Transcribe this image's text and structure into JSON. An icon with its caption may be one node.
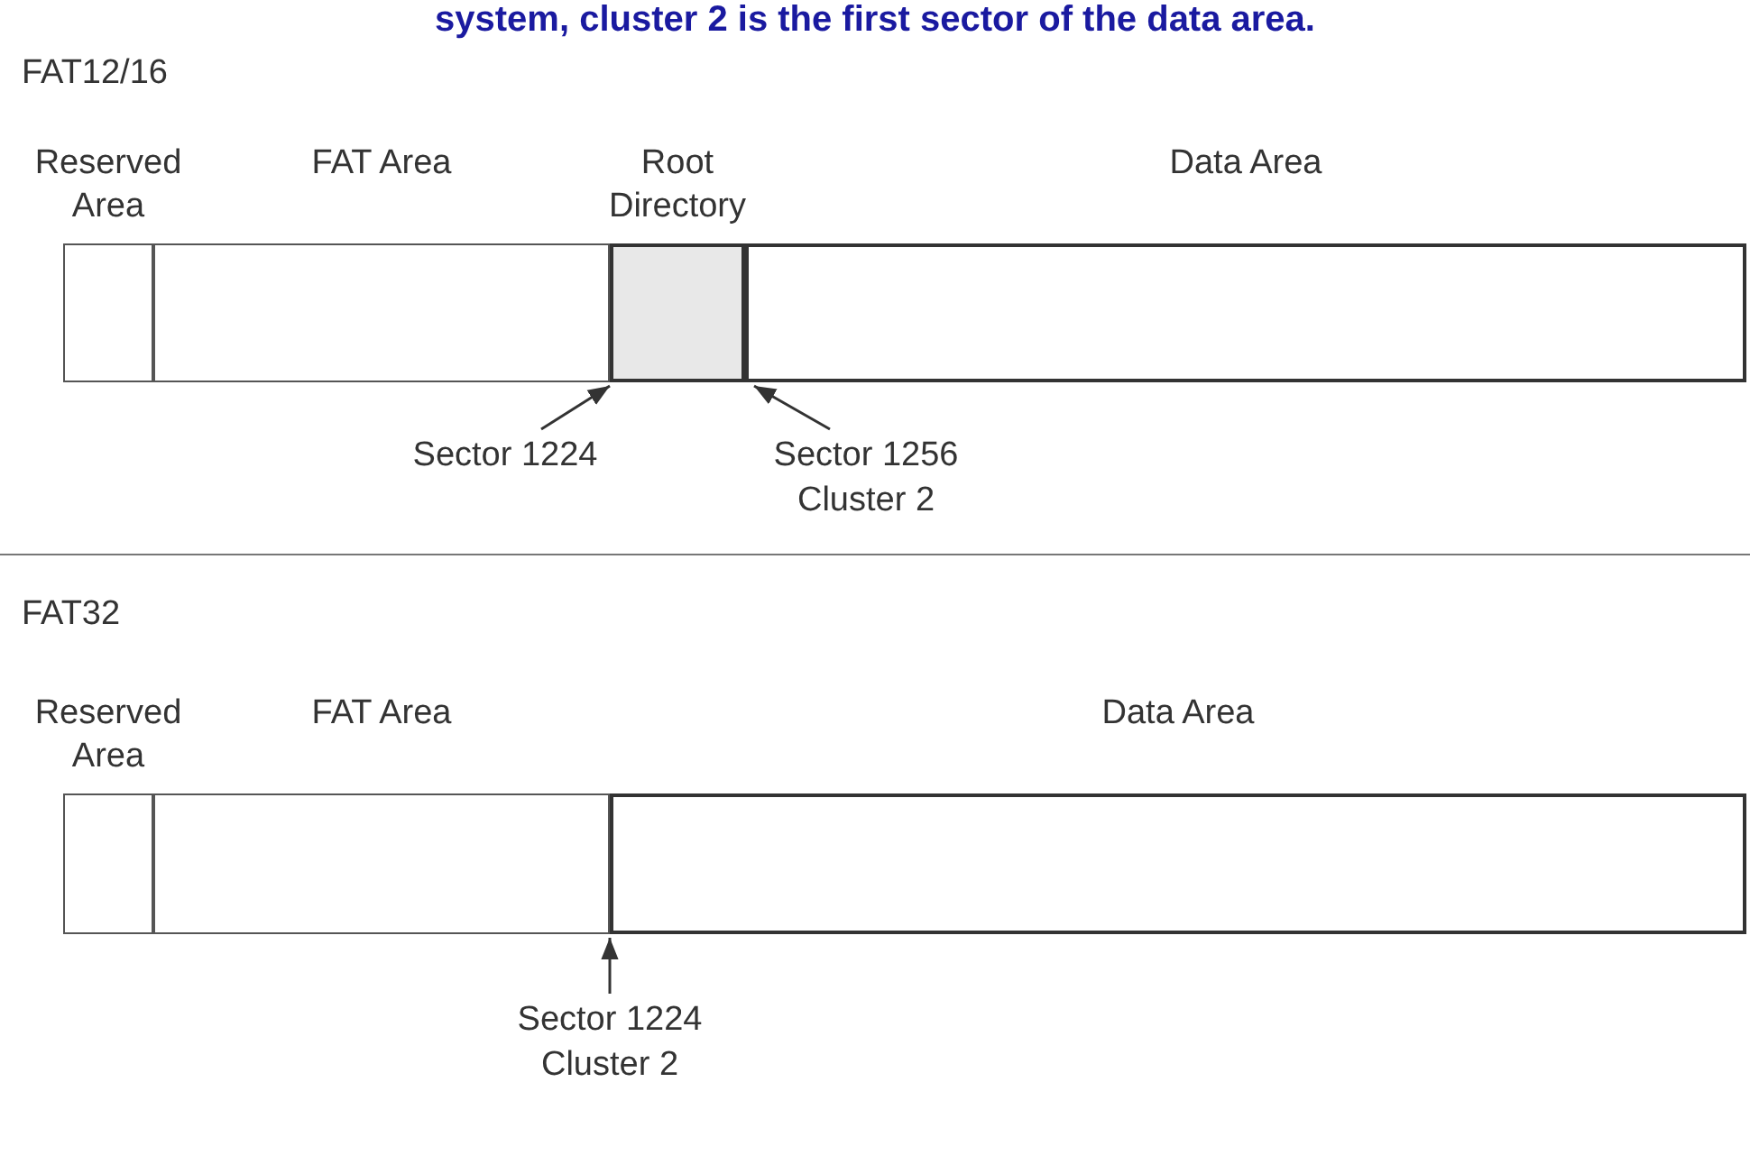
{
  "diagram": {
    "title": "system, cluster 2 is the first sector of the data area.",
    "nodes": [
      {
        "text": [
          "Reserved Area"
        ]
      },
      {
        "text": [
          "FAT Area"
        ]
      },
      {
        "text": [
          "Root Directory"
        ]
      },
      {
        "text": [
          "Data Area"
        ]
      },
      {
        "text": [
          "Sector 1224"
        ]
      },
      {
        "text": [
          "Sector 1256 Cluster 2"
        ]
      },
      {
        "text": [
          "Reserved Area"
        ]
      },
      {
        "text": [
          "FAT Area"
        ]
      },
      {
        "text": [
          "Data Area"
        ]
      },
      {
        "text": [
          "Sector 1224 Cluster 2"
        ]
      }
    ],
    "edges": [
      {
        "from": 4,
        "to": 2,
        "arrow": "to"
      },
      {
        "from": 5,
        "to": 3,
        "arrow": "to"
      },
      {
        "from": 9,
        "to": 8,
        "arrow": "to"
      }
    ],
    "labels": [
      "FAT12/16",
      "FAT32"
    ]
  }
}
